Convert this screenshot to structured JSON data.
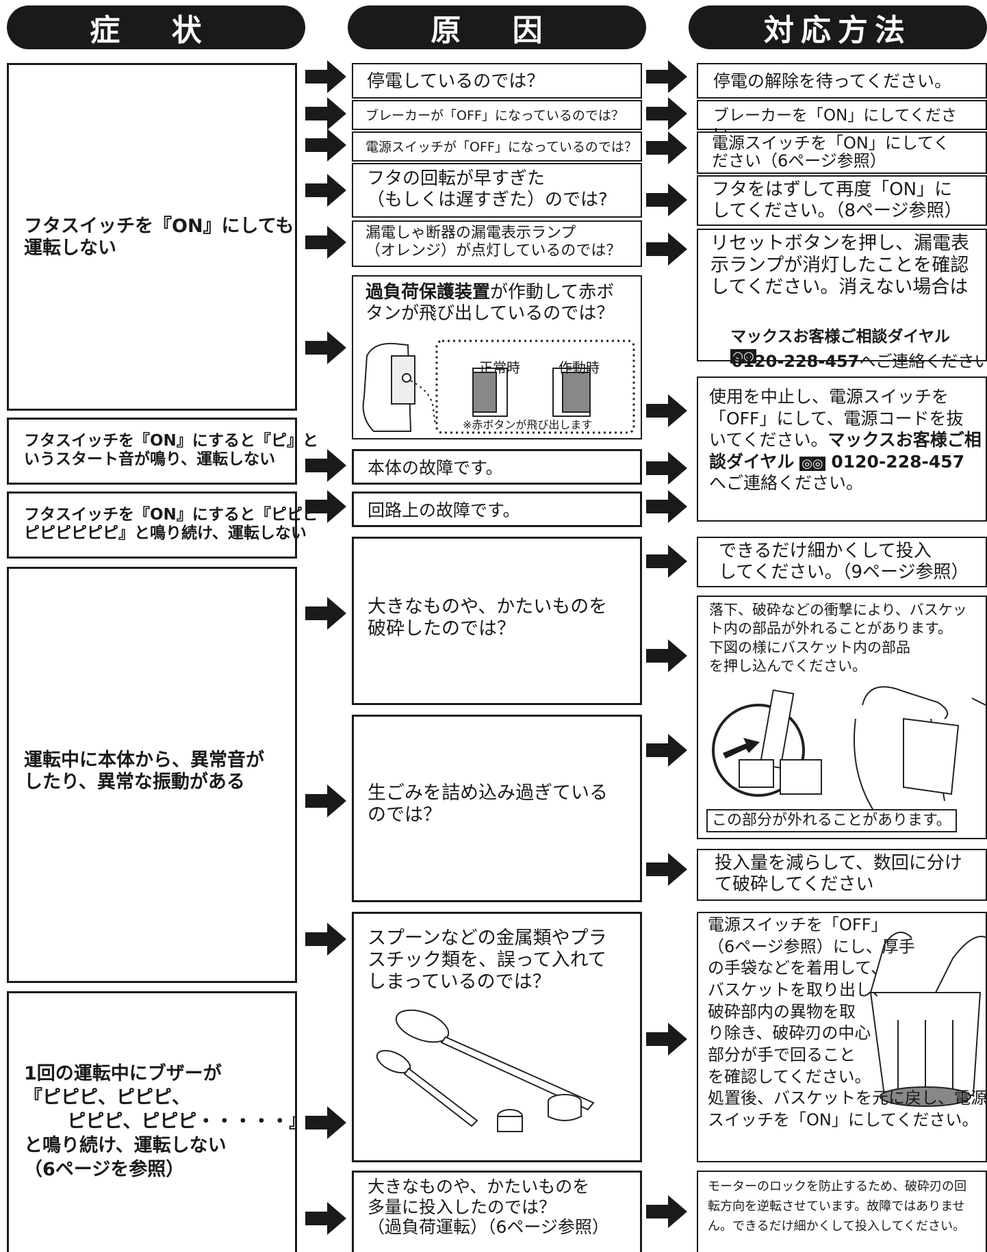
{
  "headers": {
    "symptom": "症 状",
    "cause": "原 因",
    "remedy": "対応方法"
  },
  "symptoms": {
    "s1": "フタスイッチを『ON』にしても\n運転しない",
    "s2": "フタスイッチを『ON』にすると『ピ』と\nいうスタート音が鳴り、運転しない",
    "s3": "フタスイッチを『ON』にすると『ピピピ\nピピピピピピ』と鳴り続け、運転しない",
    "s4": "運転中に本体から、異常音が\nしたり、異常な振動がある",
    "s5": "1回の運転中にブザーが\n『ピピピ、ピピピ、\n　　 ピピピ、ピピピ・・・・・』\nと鳴り続け、運転しない\n（6ページを参照）"
  },
  "causes": {
    "c1": "停電しているのでは？",
    "c2": "ブレーカーが「OFF」になっているのでは？",
    "c3": "電源スイッチが「OFF」になっているのでは？",
    "c4": "フタの回転が早すぎた\n（もしくは遅すぎた）のでは?",
    "c5": "漏電しゃ断器の漏電表示ランプ\n（オレンジ）が点灯しているのでは？",
    "c6_bold": "過負荷保護装置",
    "c6_rest": "が作動して赤ボ\nタンが飛び出しているのでは？",
    "c6_normal": "正常時",
    "c6_active": "作動時",
    "c6_note": "※赤ボタンが飛び出します",
    "c7": "本体の故障です。",
    "c8": "回路上の故障です。",
    "c9": "大きなものや、かたいものを\n破砕したのでは？",
    "c10": "生ごみを詰め込み過ぎている\nのでは？",
    "c11": "スプーンなどの金属類やプラ\nスチック類を、誤って入れて\nしまっているのでは？",
    "c12": "大きなものや、かたいものを\n多量に投入したのでは？\n（過負荷運転）（6ページ参照）"
  },
  "remedies": {
    "r1": "停電の解除を待ってください。",
    "r2": "ブレーカーを「ON」にしてください。",
    "r3": "電源スイッチを「ON」にしてく\nださい（6ページ参照）",
    "r4": "フタをはずして再度「ON」に\nしてください。（8ページ参照）",
    "r5_a": "リセットボタンを押し、漏電表\n示ランプが消灯したことを確認\nしてください。消えない場合は",
    "r5_b": "マックスお客様ご相談ダイヤル",
    "r5_c": "0120-228-457",
    "r5_d": "へご連絡ください。",
    "r6_a": "使用を中止し、電源スイッチを\n「OFF」にして、電源コードを抜\nいてください。",
    "r6_b": "マックスお客様ご相\n談ダイヤル",
    "r6_c": " 0120-228-457",
    "r6_d": "へご連絡ください。",
    "r7": "できるだけ細かくして投入\nしてください。（9ページ参照）",
    "r8": "落下、破砕などの衝撃により、バスケッ\nト内の部品が外れることがあります。\n下図の様にバスケット内の部品\nを押し込んでください。",
    "r8_caption": "この部分が外れることがあります。",
    "r9": "投入量を減らして、数回に分け\nて破砕してください",
    "r10": "電源スイッチを「OFF」\n（6ページ参照）にし、厚手\nの手袋などを着用して、\nバスケットを取り出し、\n破砕部内の異物を取\nり除き、破砕刃の中心\n部分が手で回ること\nを確認してください。\n処置後、バスケットを元に戻し、電源\nスイッチを「ON」にしてください。",
    "r11": "モーターのロックを防止するため、破砕刃の回\n転方向を逆転させています。故障ではありませ\nん。できるだけ細かくして投入してください。"
  },
  "freedial_mark": "◎◎"
}
